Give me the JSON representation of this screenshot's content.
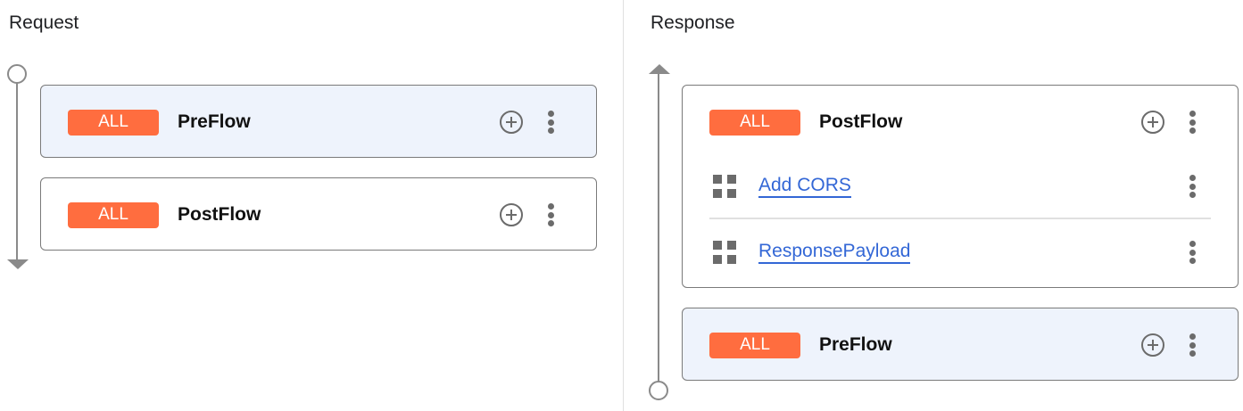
{
  "request": {
    "title": "Request",
    "flows": [
      {
        "badge": "ALL",
        "name": "PreFlow",
        "selected": true
      },
      {
        "badge": "ALL",
        "name": "PostFlow",
        "selected": false
      }
    ]
  },
  "response": {
    "title": "Response",
    "flows": [
      {
        "badge": "ALL",
        "name": "PostFlow",
        "selected": false,
        "steps": [
          {
            "name": "Add CORS"
          },
          {
            "name": "ResponsePayload"
          }
        ]
      },
      {
        "badge": "ALL",
        "name": "PreFlow",
        "selected": true
      }
    ]
  },
  "colors": {
    "badge": "#ff6d3f",
    "link": "#3367d6",
    "selected_bg": "#eef3fc"
  }
}
